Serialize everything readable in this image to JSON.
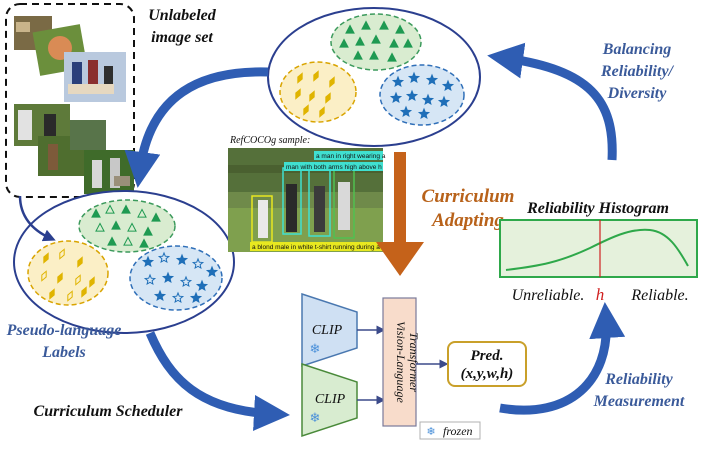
{
  "labels": {
    "unlabeled_line1": "Unlabeled",
    "unlabeled_line2": "image set",
    "balancing_line1": "Balancing",
    "balancing_line2": "Reliability/",
    "balancing_line3": "Diversity",
    "curriculum_adapting_line1": "Curriculum",
    "curriculum_adapting_line2": "Adapting",
    "reliability_histogram": "Reliability Histogram",
    "unreliable": "Unreliable.",
    "reliable": "Reliable.",
    "threshold": "h",
    "pseudo_line1": "Pseudo-language",
    "pseudo_line2": "Labels",
    "curriculum_scheduler": "Curriculum Scheduler",
    "reliability_measurement_line1": "Reliability",
    "reliability_measurement_line2": "Measurement",
    "clip_top": "CLIP",
    "clip_bottom": "CLIP",
    "vlt_line1": "Vision-Language",
    "vlt_line2": "Transformer",
    "pred_line1": "Pred.",
    "pred_line2": "(x,y,w,h)",
    "frozen": "frozen",
    "refcoco_title": "RefCOCOg sample:",
    "caption_top1": "a man in right wearing a",
    "caption_top2": "man with both arms high above h",
    "caption_bottom": "a blond male in white t-shirt running during a fri"
  },
  "colors": {
    "blue_arrow": "#2f5db3",
    "navy_outline": "#2b3f8f",
    "curriculum_arrow": "#c5621a",
    "green_fill": "#d9ecd0",
    "yellow_fill": "#fbefc6",
    "light_blue_fill": "#d6e6f5",
    "histogram_green": "#2ea84a",
    "histogram_bg": "#e5f1dc",
    "threshold_red": "#d02020",
    "clip_blue": "#cfe0f3",
    "clip_green": "#d8ecd0",
    "vlt_fill": "#f8dccb",
    "pred_border": "#c9a02a"
  },
  "icons": [
    "snowflake-icon",
    "triangle-icon",
    "diamond-icon",
    "star-icon"
  ]
}
